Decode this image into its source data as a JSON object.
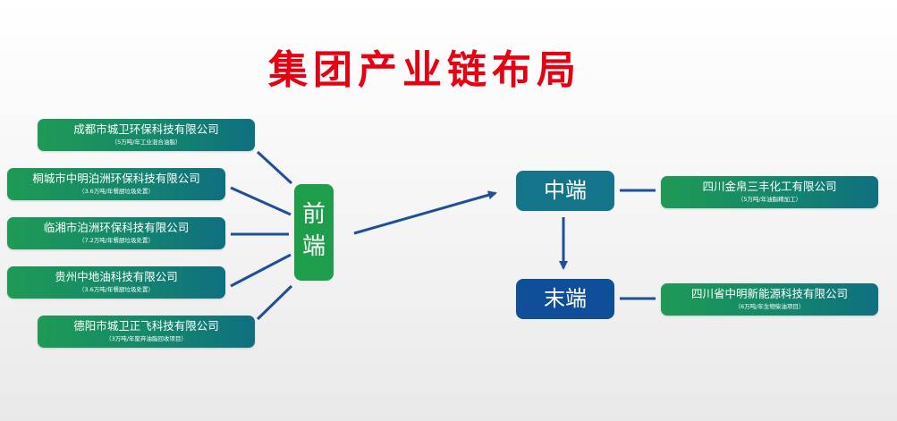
{
  "title": "集团产业链布局",
  "stages": {
    "front": [
      "前",
      "端"
    ],
    "middle": "中端",
    "end": "末端"
  },
  "front_companies": [
    {
      "name": "成都市城卫环保科技有限公司",
      "note": "（5万吨/年工业混合油脂）"
    },
    {
      "name": "桐城市中明泊洲环保科技有限公司",
      "note": "（3.6万吨/年餐厨垃圾处置）"
    },
    {
      "name": "临湘市泊洲环保科技有限公司",
      "note": "（7.2万吨/年餐厨垃圾处置）"
    },
    {
      "name": "贵州中地油科技有限公司",
      "note": "（3.6万吨/年餐厨垃圾处置）"
    },
    {
      "name": "德阳市城卫正飞科技有限公司",
      "note": "（3万吨/年废弃油脂回收项目）"
    }
  ],
  "middle_company": {
    "name": "四川金帛三丰化工有限公司",
    "note": "（5万吨/年油脂精加工）"
  },
  "end_company": {
    "name": "四川省中明新能源科技有限公司",
    "note": "（6万吨/年生物柴油项目）"
  },
  "colors": {
    "title": "#e60012",
    "front_stage": "#1e9e4a",
    "middle_stage": "#13748a",
    "end_stage": "#0f4f9a",
    "connector": "#1f4f9a"
  }
}
